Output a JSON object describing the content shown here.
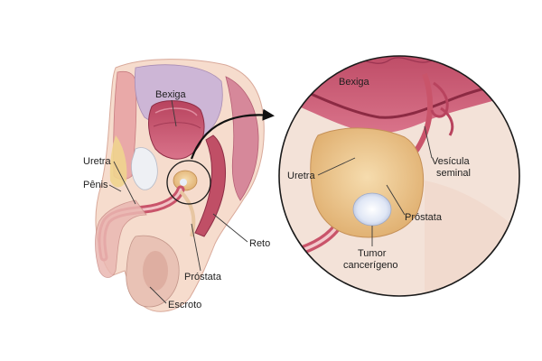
{
  "labels": {
    "left": {
      "bladder": "Bexiga",
      "urethra": "Uretra",
      "penis": "Pênis",
      "rectum": "Reto",
      "prostate": "Próstata",
      "scrotum": "Escroto"
    },
    "inset": {
      "bladder": "Bexiga",
      "urethra": "Uretra",
      "seminal_vesicle_line1": "Vesícula",
      "seminal_vesicle_line2": "seminal",
      "prostate": "Próstata",
      "tumor_line1": "Tumor",
      "tumor_line2": "cancerígeno"
    }
  },
  "colors": {
    "skin": "#f4d8c8",
    "muscle": "#c9546a",
    "bladder": "#c2506a",
    "prostate": "#ecc690",
    "tumor": "#dde6f4",
    "inset_bg": "#f3e2d8",
    "arrow": "#111111"
  }
}
